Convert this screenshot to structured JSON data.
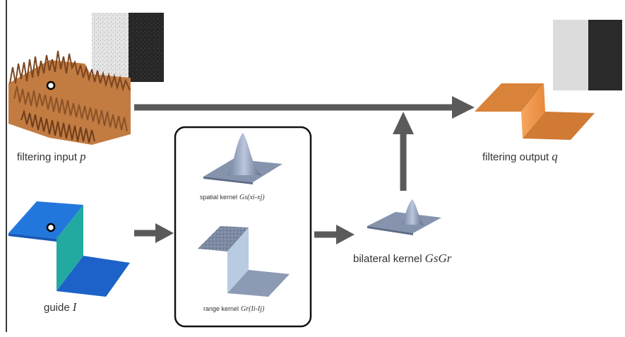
{
  "labels": {
    "filtering_input": "filtering input",
    "filtering_input_symbol": "p",
    "guide": "guide",
    "guide_symbol": "I",
    "spatial_kernel": "spatial kernel",
    "spatial_kernel_symbol": "Gs(xi-xj)",
    "range_kernel": "range kernel",
    "range_kernel_symbol": "Gr(Ii-Ij)",
    "bilateral_kernel": "bilateral kernel",
    "bilateral_kernel_symbol": "GsGr",
    "filtering_output": "filtering output",
    "filtering_output_symbol": "q"
  },
  "colors": {
    "arrow": "#5a5a5a",
    "box_border": "#111111",
    "terrain_brown": "#b8733a",
    "terrain_dark": "#7a4520",
    "guide_blue": "#1f6fd6",
    "guide_teal": "#20a8a0",
    "output_orange": "#e08a40",
    "kernel_steel": "#8f9fb8"
  }
}
